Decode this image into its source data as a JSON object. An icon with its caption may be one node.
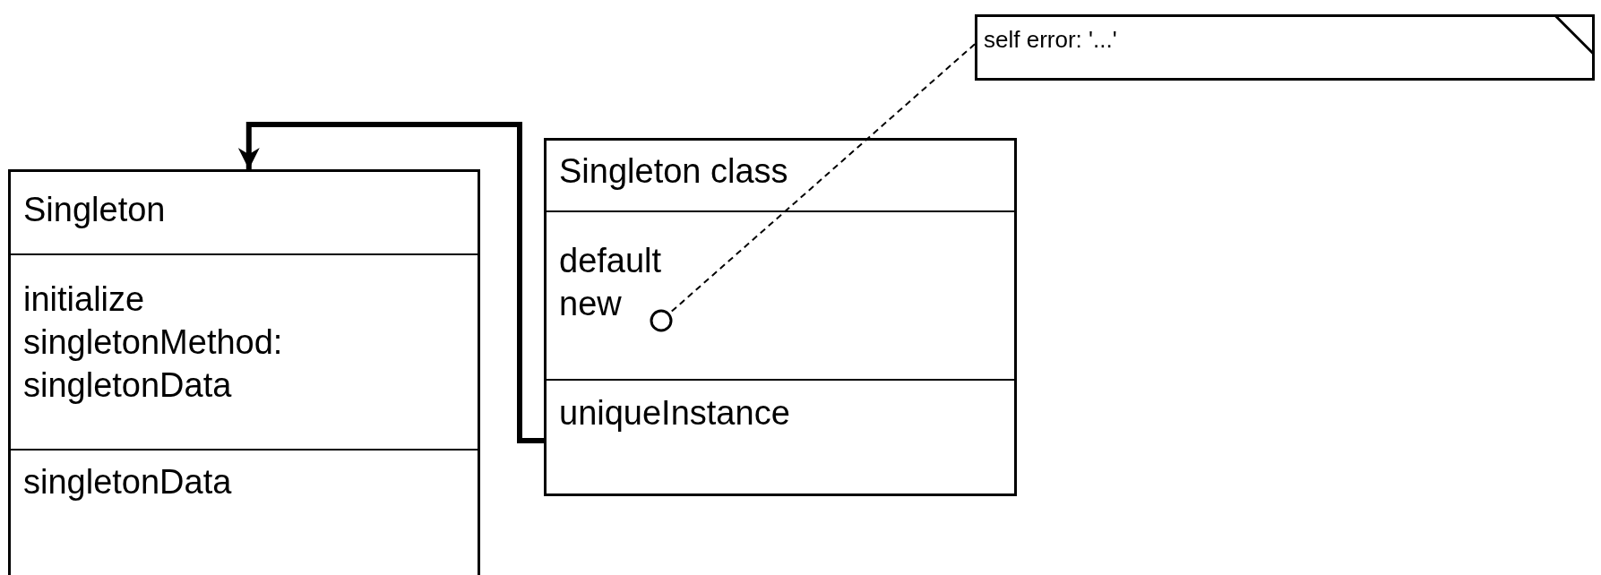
{
  "diagram": {
    "nodes": [
      {
        "text": [
          "Singleton",
          "initialize singletonMethod: singletonData",
          "singletonData"
        ]
      },
      {
        "text": [
          "Singleton class",
          "default new",
          "uniqueInstance"
        ]
      },
      {
        "text": [],
        "shape": "circle",
        "in": 1
      },
      {
        "text": [
          "self error: '...'"
        ]
      }
    ],
    "edges": [
      {
        "from": 1,
        "to": 0,
        "arrow": "to",
        "style": "thick"
      },
      {
        "from": 3,
        "to": 2,
        "arrow": "none",
        "style": "dashed"
      }
    ]
  }
}
